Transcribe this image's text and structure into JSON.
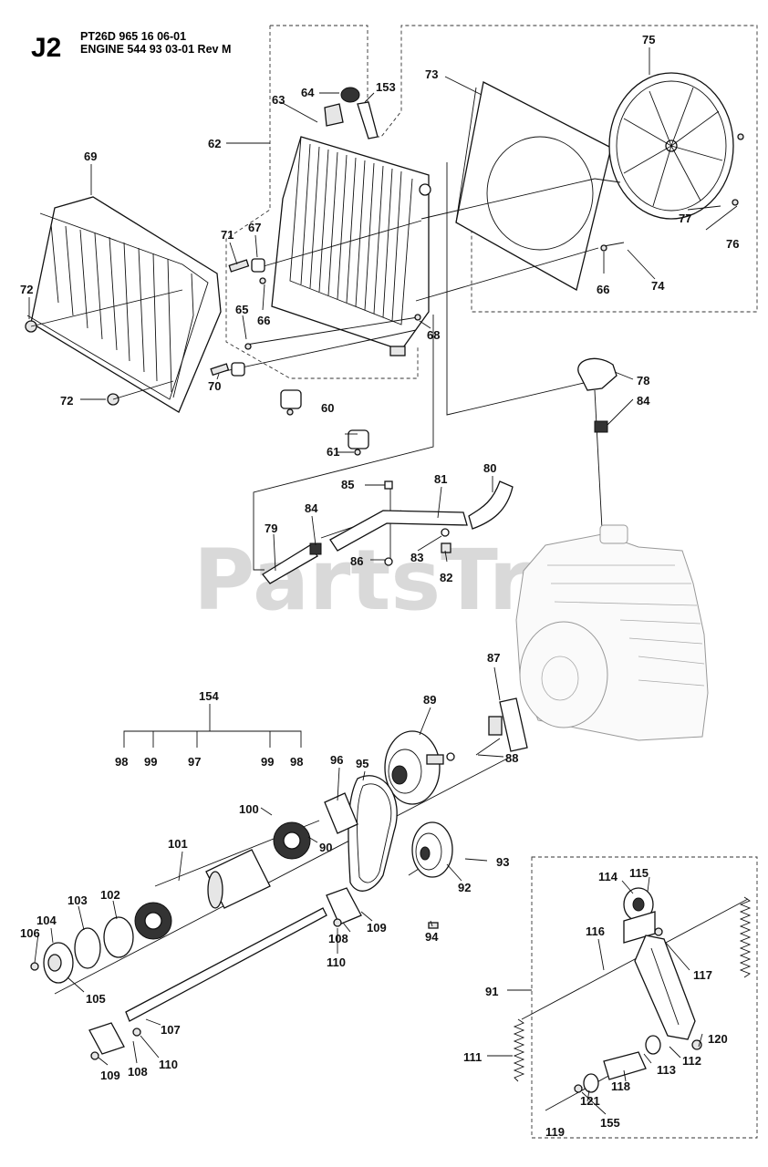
{
  "header": {
    "section": "J2",
    "model_line": "PT26D 965 16 06-01",
    "engine_line": "ENGINE 544 93 03-01 Rev M"
  },
  "watermark": "PartsTree",
  "callouts": {
    "c75": "75",
    "c73": "73",
    "c64": "64",
    "c153": "153",
    "c63": "63",
    "c62": "62",
    "c69": "69",
    "c67": "67",
    "c71": "71",
    "c72a": "72",
    "c72b": "72",
    "c65": "65",
    "c66a": "66",
    "c66b": "66",
    "c68": "68",
    "c70": "70",
    "c77": "77",
    "c76": "76",
    "c74": "74",
    "c78": "78",
    "c84a": "84",
    "c84b": "84",
    "c60": "60",
    "c61": "61",
    "c85": "85",
    "c81": "81",
    "c80": "80",
    "c79": "79",
    "c86": "86",
    "c83": "83",
    "c82": "82",
    "c87": "87",
    "c154": "154",
    "c89": "89",
    "c98a": "98",
    "c99a": "99",
    "c97": "97",
    "c99b": "99",
    "c98b": "98",
    "c95": "95",
    "c88": "88",
    "c96": "96",
    "c100": "100",
    "c90": "90",
    "c101": "101",
    "c93": "93",
    "c92": "92",
    "c94": "94",
    "c103": "103",
    "c102": "102",
    "c104": "104",
    "c106": "106",
    "c105": "105",
    "c109a": "109",
    "c108a": "108",
    "c110a": "110",
    "c107": "107",
    "c109b": "109",
    "c108b": "108",
    "c110b": "110",
    "c114": "114",
    "c115": "115",
    "c116": "116",
    "c117": "117",
    "c91": "91",
    "c120": "120",
    "c112": "112",
    "c113": "113",
    "c111": "111",
    "c118": "118",
    "c121": "121",
    "c119": "119",
    "c155": "155"
  }
}
